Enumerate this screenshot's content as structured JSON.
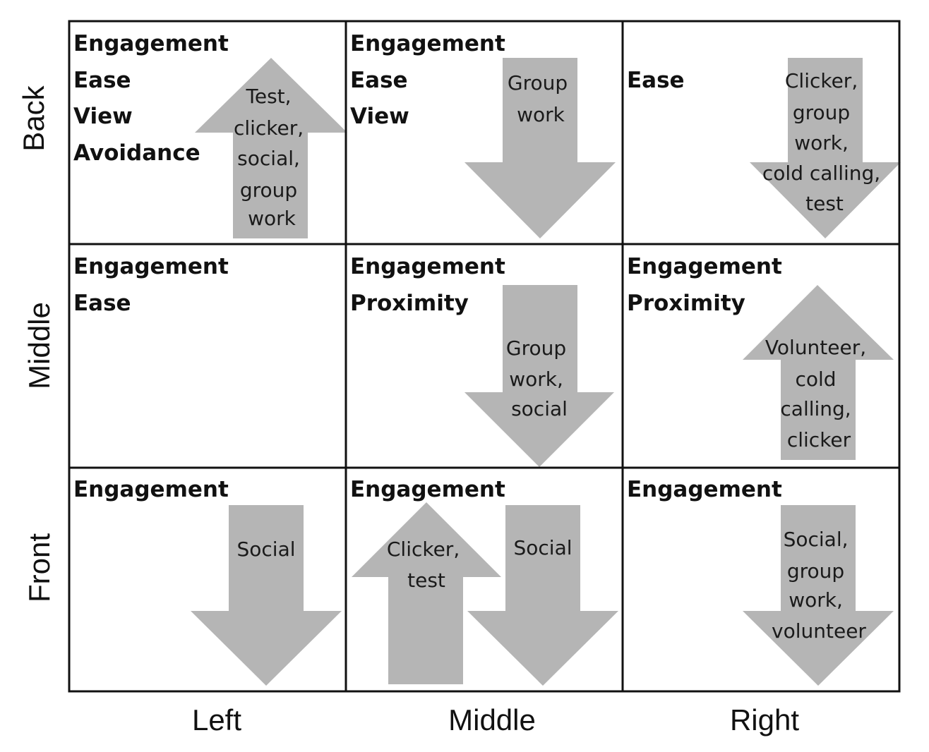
{
  "rows": [
    "Back",
    "Middle",
    "Front"
  ],
  "columns": [
    "Left",
    "Middle",
    "Right"
  ],
  "cells": {
    "back_left": {
      "factors": [
        "Engagement",
        "Ease",
        "View",
        "Avoidance"
      ],
      "arrows": [
        {
          "direction": "up",
          "lines": [
            "Test,",
            "clicker,",
            "social,",
            "group",
            "work"
          ]
        }
      ]
    },
    "back_middle": {
      "factors": [
        "Engagement",
        "Ease",
        "View"
      ],
      "arrows": [
        {
          "direction": "down",
          "lines": [
            "Group",
            "work"
          ]
        }
      ]
    },
    "back_right": {
      "factors": [
        "Ease"
      ],
      "arrows": [
        {
          "direction": "down",
          "lines": [
            "Clicker,",
            "group",
            "work,",
            "cold calling,",
            "test"
          ]
        }
      ]
    },
    "middle_left": {
      "factors": [
        "Engagement",
        "Ease"
      ],
      "arrows": []
    },
    "middle_middle": {
      "factors": [
        "Engagement",
        "Proximity"
      ],
      "arrows": [
        {
          "direction": "down",
          "lines": [
            "Group",
            "work,",
            "social"
          ]
        }
      ]
    },
    "middle_right": {
      "factors": [
        "Engagement",
        "Proximity"
      ],
      "arrows": [
        {
          "direction": "up",
          "lines": [
            "Volunteer,",
            "cold",
            "calling,",
            "clicker"
          ]
        }
      ]
    },
    "front_left": {
      "factors": [
        "Engagement"
      ],
      "arrows": [
        {
          "direction": "down",
          "lines": [
            "Social"
          ]
        }
      ]
    },
    "front_middle": {
      "factors": [
        "Engagement"
      ],
      "arrows": [
        {
          "direction": "up",
          "lines": [
            "Clicker,",
            "test"
          ]
        },
        {
          "direction": "down",
          "lines": [
            "Social"
          ]
        }
      ]
    },
    "front_right": {
      "factors": [
        "Engagement"
      ],
      "arrows": [
        {
          "direction": "down",
          "lines": [
            "Social,",
            "group",
            "work,",
            "volunteer"
          ]
        }
      ]
    }
  },
  "colors": {
    "arrow_fill": "#b5b5b5",
    "grid_stroke": "#111111",
    "text": "#111111"
  }
}
